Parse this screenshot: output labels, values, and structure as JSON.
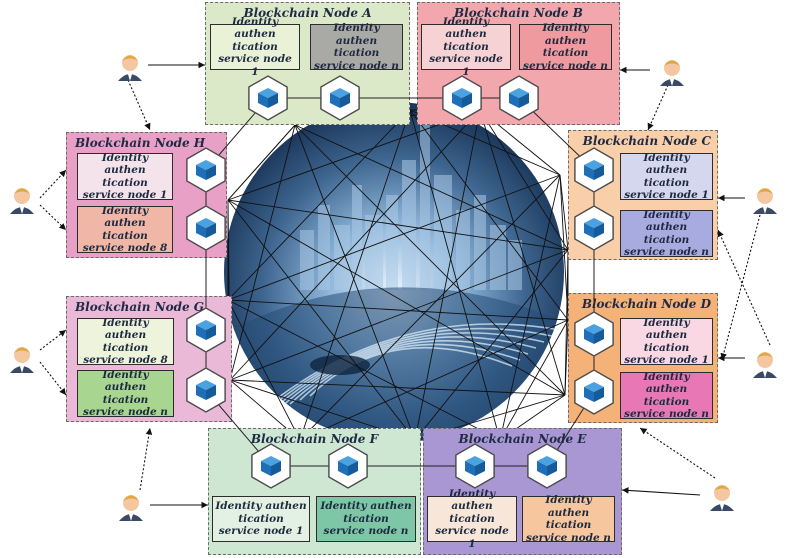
{
  "node_title_prefix": "Blockchain Node",
  "service_text_line1": "Identity authen",
  "service_text_line2": "tication",
  "nodes": [
    {
      "id": "A",
      "title": "Blockchain Node A",
      "fill": "#dbe9c8",
      "services": [
        {
          "label": "service node 1",
          "fill": "#e9f1d7"
        },
        {
          "label": "service node n",
          "fill": "#a9aaa5"
        }
      ]
    },
    {
      "id": "B",
      "title": "Blockchain Node B",
      "fill": "#f1a7ab",
      "services": [
        {
          "label": "service node 1",
          "fill": "#f6d2d4"
        },
        {
          "label": "service node n",
          "fill": "#ee9a9e"
        }
      ]
    },
    {
      "id": "C",
      "title": "Blockchain Node C",
      "fill": "#f8cfa8",
      "services": [
        {
          "label": "service node 1",
          "fill": "#d5d7ee"
        },
        {
          "label": "service node n",
          "fill": "#a8abe0"
        }
      ]
    },
    {
      "id": "D",
      "title": "Blockchain Node D",
      "fill": "#f4b178",
      "services": [
        {
          "label": "service node 1",
          "fill": "#f9d7e3"
        },
        {
          "label": "service node n",
          "fill": "#e878b5"
        }
      ]
    },
    {
      "id": "E",
      "title": "Blockchain Node E",
      "fill": "#a897d2",
      "services": [
        {
          "label": "service node 1",
          "fill": "#f8e7d8"
        },
        {
          "label": "service node n",
          "fill": "#f6c69e"
        }
      ]
    },
    {
      "id": "F",
      "title": "Blockchain Node F",
      "fill": "#cde7d2",
      "services": [
        {
          "label": "service node 1",
          "fill": "#e3f1e3"
        },
        {
          "label": "service node n",
          "fill": "#7dc6a6"
        }
      ]
    },
    {
      "id": "G",
      "title": "Blockchain Node G",
      "fill": "#eab9d8",
      "services": [
        {
          "label": "service node 8",
          "fill": "#eef3dc"
        },
        {
          "label": "service node n",
          "fill": "#a8d690"
        }
      ]
    },
    {
      "id": "H",
      "title": "Blockchain Node H",
      "fill": "#e8a0c6",
      "services": [
        {
          "label": "service node 1",
          "fill": "#f4e3ea"
        },
        {
          "label": "service node 8",
          "fill": "#f0b6a6"
        }
      ]
    }
  ],
  "colors": {
    "cube": "#1e6fb8",
    "cube_light": "#4aa3e0",
    "hex_stroke": "#4a4a4a",
    "link": "#111111",
    "city_center": "#cfe4f7",
    "city_edge": "#0d2748"
  }
}
